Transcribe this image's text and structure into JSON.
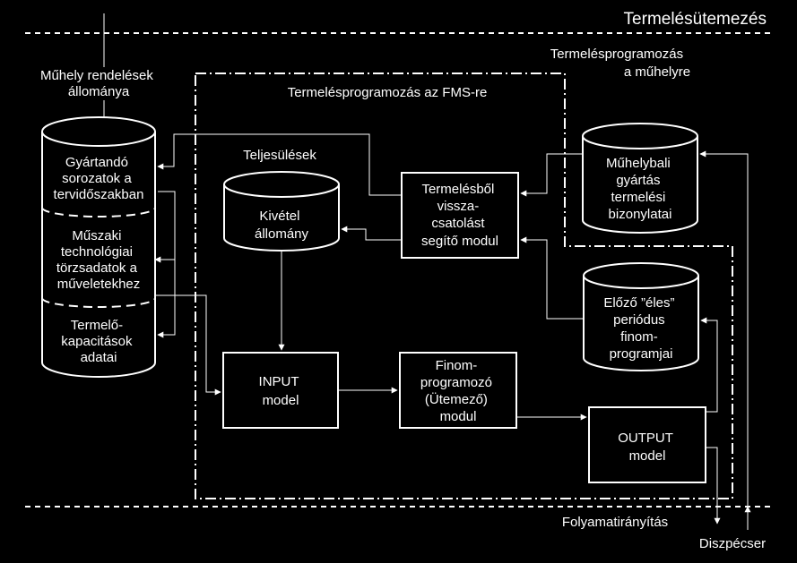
{
  "title": "Termelésütemezés",
  "labels": {
    "muhely_rendelesek": [
      "Műhely rendelések",
      "állománya"
    ],
    "termelesprog_muhelyre": [
      "Termelésprogramozás",
      "a műhelyre"
    ],
    "termelesprog_fms": "Termelésprogramozás az FMS-re",
    "teljesulesek": "Teljesülések",
    "folyamatiranyitas": "Folyamatirányítás",
    "diszpecser": "Diszpécser"
  },
  "database_left": {
    "section1": [
      "Gyártandó",
      "sorozatok a",
      "tervidőszakban"
    ],
    "section2": [
      "Műszaki",
      "technológiai",
      "törzsadatok a",
      "műveletekhez"
    ],
    "section3": [
      "Termelő-",
      "kapacitások",
      "adatai"
    ]
  },
  "kivetel": [
    "Kivétel",
    "állomány"
  ],
  "muhelybali": [
    "Műhelybali",
    "gyártás",
    "termelési",
    "bizonylatai"
  ],
  "elozo": [
    "Előző ”éles”",
    "periódus",
    "finom-",
    "programjai"
  ],
  "termelesbol": [
    "Termelésből",
    "vissza-",
    "csatolást",
    "segítő modul"
  ],
  "input_model": [
    "INPUT",
    "model"
  ],
  "finom": [
    "Finom-",
    "programozó",
    "(Ütemező)",
    "modul"
  ],
  "output_model": [
    "OUTPUT",
    "model"
  ]
}
